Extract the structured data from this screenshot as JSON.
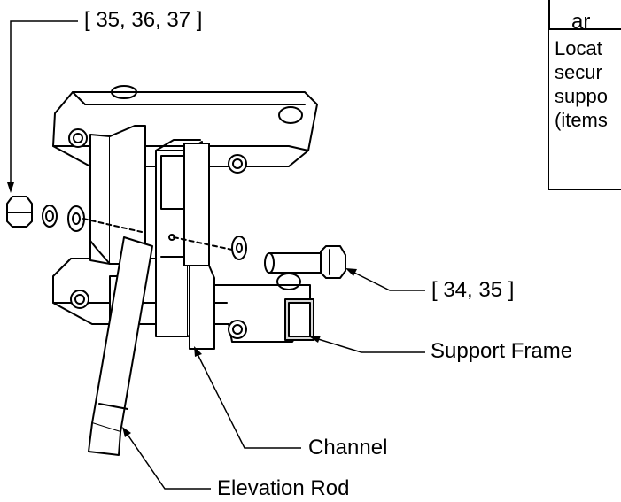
{
  "callouts": {
    "top_items": "[ 35, 36, 37 ]",
    "bolt_items": "[ 34, 35 ]",
    "support_frame": "Support Frame",
    "channel": "Channel",
    "elevation_rod": "Elevation Rod"
  },
  "note": {
    "top_fragment": "ar",
    "lines": [
      "Locat",
      "secur",
      "suppo",
      "(items"
    ]
  },
  "colors": {
    "ink": "#000000",
    "paper": "#ffffff",
    "shade": "#d9d9d9"
  }
}
